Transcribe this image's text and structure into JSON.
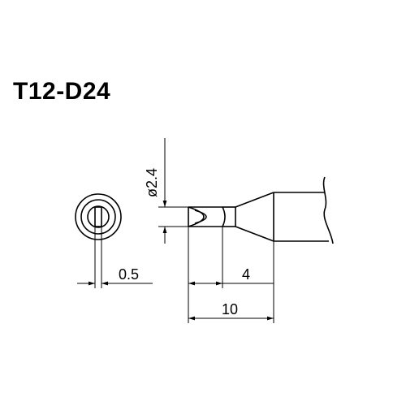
{
  "title": "T12-D24",
  "dimensions": {
    "diameter": "ø2.4",
    "thickness": "0.5",
    "tip_length": "4",
    "total_length": "10"
  },
  "colors": {
    "line": "#000000",
    "background": "#ffffff"
  }
}
